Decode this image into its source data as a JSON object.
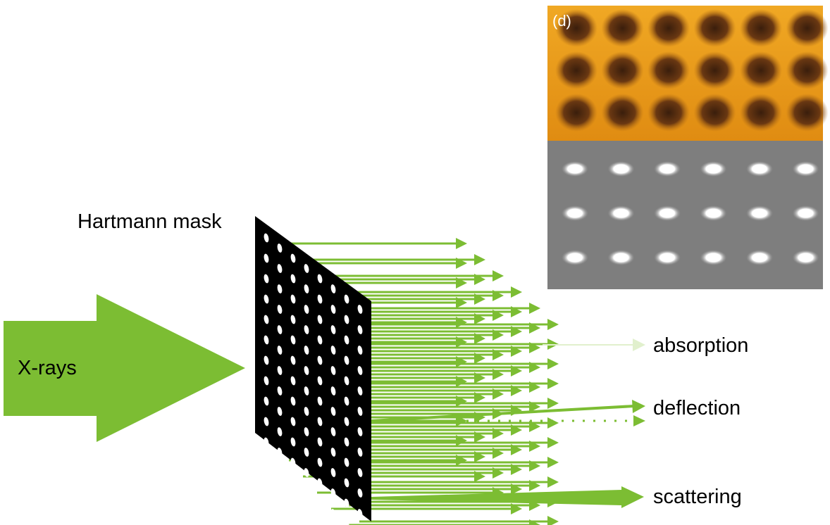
{
  "labels": {
    "mask": "Hartmann mask",
    "source": "X-rays",
    "absorption": "absorption",
    "deflection": "deflection",
    "scattering": "scattering",
    "inset_panel": "(d)"
  },
  "colors": {
    "beam": "#7cbd33",
    "beam_faint": "#e1f0cd",
    "mask": "#000000",
    "hole": "#ffffff",
    "inset_top_bg": "#e89a1a",
    "inset_top_spot": "#4a2610",
    "inset_bottom_bg": "#808080",
    "inset_bottom_spot": "#ffffff"
  },
  "mask_grid": {
    "rows": 12,
    "columns": 8
  },
  "inset_grid": {
    "rows": 3,
    "columns": 6
  }
}
